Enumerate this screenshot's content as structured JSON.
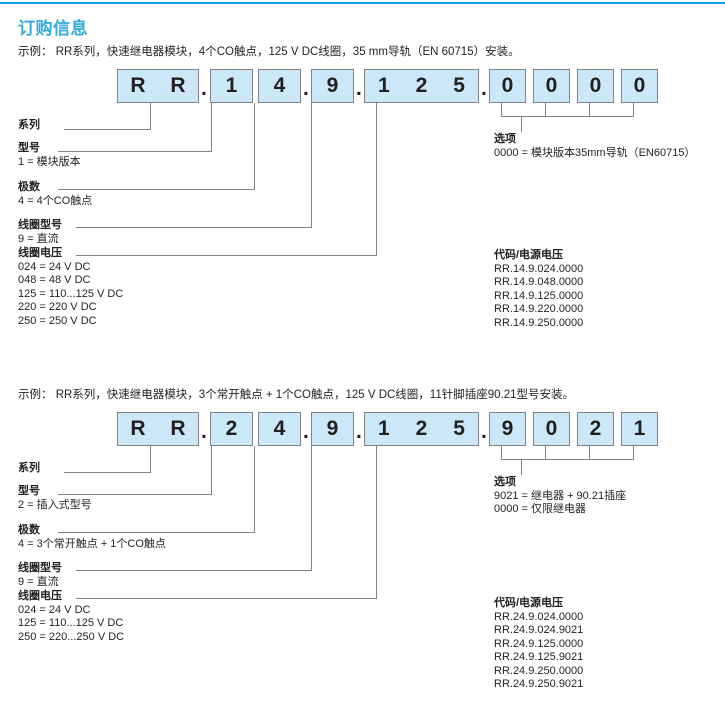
{
  "page": {
    "title": "订购信息",
    "accent_color": "#34aadc",
    "rule_color": "#00a0e0",
    "box_fill": "#cce8f8",
    "box_border": "#808285"
  },
  "sections": [
    {
      "id": "section-1",
      "example_label": "示例：",
      "example_text": "示例： RR系列，快速继电器模块，4个CO触点，125 V DC线圈，35 mm导轨（EN 60715）安装。",
      "code_groups": [
        {
          "name": "series",
          "chars": [
            "R",
            "R"
          ]
        },
        {
          "name": "type",
          "chars": [
            "1"
          ]
        },
        {
          "name": "poles",
          "chars": [
            "4"
          ]
        },
        {
          "name": "coil-type",
          "chars": [
            "9"
          ]
        },
        {
          "name": "coil-voltage",
          "chars": [
            "1",
            "2",
            "5"
          ]
        },
        {
          "name": "option-1",
          "chars": [
            "0"
          ]
        },
        {
          "name": "option-2",
          "chars": [
            "0"
          ]
        },
        {
          "name": "option-3",
          "chars": [
            "0"
          ]
        },
        {
          "name": "option-4",
          "chars": [
            "0"
          ]
        }
      ],
      "separators": [
        ".",
        ".",
        ".",
        "."
      ],
      "left_labels": [
        {
          "name": "series",
          "heading": "系列",
          "values": []
        },
        {
          "name": "type",
          "heading": "型号",
          "values": [
            "1 = 模块版本"
          ]
        },
        {
          "name": "poles",
          "heading": "极数",
          "values": [
            "4 = 4个CO触点"
          ]
        },
        {
          "name": "coil-type",
          "heading": "线圈型号",
          "values": [
            "9 = 直流"
          ]
        },
        {
          "name": "coil-voltage",
          "heading": "线圈电压",
          "values": [
            "024 = 24 V DC",
            "048 = 48 V DC",
            "125 = 110...125 V DC",
            "220 = 220 V DC",
            "250 = 250 V DC"
          ]
        }
      ],
      "option_block": {
        "heading": "选项",
        "values": [
          "0000 = 模块版本35mm导轨（EN60715）"
        ]
      },
      "code_list": {
        "heading": "代码/电源电压",
        "rows": [
          "RR.14.9.024.0000",
          "RR.14.9.048.0000",
          "RR.14.9.125.0000",
          "RR.14.9.220.0000",
          "RR.14.9.250.0000"
        ]
      }
    },
    {
      "id": "section-2",
      "example_label": "示例：",
      "example_text": "示例： RR系列，快速继电器模块，3个常开触点 + 1个CO触点，125 V DC线圈，11针脚插座90.21型号安装。",
      "code_groups": [
        {
          "name": "series",
          "chars": [
            "R",
            "R"
          ]
        },
        {
          "name": "type",
          "chars": [
            "2"
          ]
        },
        {
          "name": "poles",
          "chars": [
            "4"
          ]
        },
        {
          "name": "coil-type",
          "chars": [
            "9"
          ]
        },
        {
          "name": "coil-voltage",
          "chars": [
            "1",
            "2",
            "5"
          ]
        },
        {
          "name": "option-1",
          "chars": [
            "9"
          ]
        },
        {
          "name": "option-2",
          "chars": [
            "0"
          ]
        },
        {
          "name": "option-3",
          "chars": [
            "2"
          ]
        },
        {
          "name": "option-4",
          "chars": [
            "1"
          ]
        }
      ],
      "separators": [
        ".",
        ".",
        ".",
        "."
      ],
      "left_labels": [
        {
          "name": "series",
          "heading": "系列",
          "values": []
        },
        {
          "name": "type",
          "heading": "型号",
          "values": [
            "2 = 插入式型号"
          ]
        },
        {
          "name": "poles",
          "heading": "极数",
          "values": [
            "4 = 3个常开触点 + 1个CO触点"
          ]
        },
        {
          "name": "coil-type",
          "heading": "线圈型号",
          "values": [
            "9 = 直流"
          ]
        },
        {
          "name": "coil-voltage",
          "heading": "线圈电压",
          "values": [
            "024 = 24 V DC",
            "125 = 110...125 V DC",
            "250 = 220...250 V DC"
          ]
        }
      ],
      "option_block": {
        "heading": "选项",
        "values": [
          "9021 = 继电器 + 90.21插座",
          "0000 = 仅限继电器"
        ]
      },
      "code_list": {
        "heading": "代码/电源电压",
        "rows": [
          "RR.24.9.024.0000",
          "RR.24.9.024.9021",
          "RR.24.9.125.0000",
          "RR.24.9.125.9021",
          "RR.24.9.250.0000",
          "RR.24.9.250.9021"
        ]
      }
    }
  ]
}
